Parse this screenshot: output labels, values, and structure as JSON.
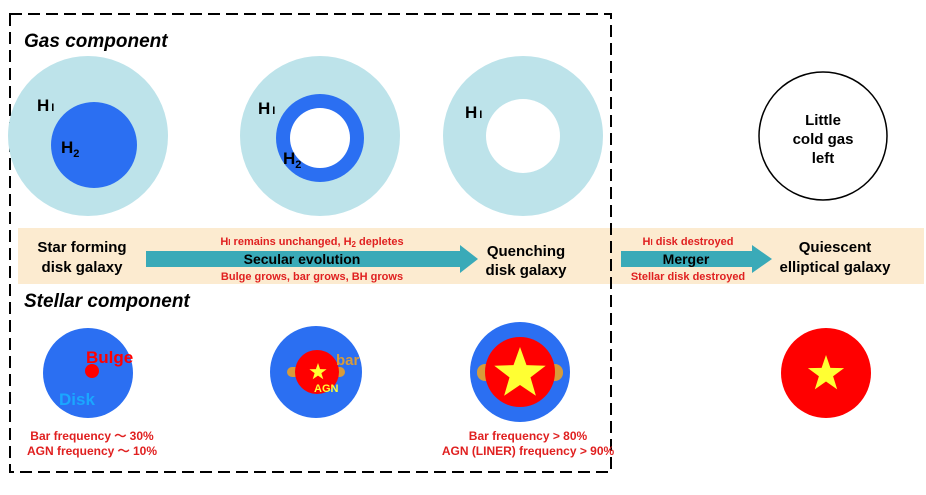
{
  "colors": {
    "hi_gas": "#bde3ea",
    "h2_gas": "#2b6ff2",
    "band": "#fcebd0",
    "arrow": "#3aaab8",
    "red": "#ff0000",
    "label_red": "#e02020",
    "star": "#ffff33",
    "bar": "#d89b3a",
    "disk_label": "#1aa7ff",
    "black": "#000000"
  },
  "headers": {
    "gas": "Gas component",
    "stellar": "Stellar component"
  },
  "gas_labels": {
    "hi": "H",
    "hi_sub": "I",
    "h2": "H",
    "h2_sub": "2",
    "little_line1": "Little",
    "little_line2": "cold gas",
    "little_line3": "left"
  },
  "stages": {
    "star_forming_line1": "Star forming",
    "star_forming_line2": "disk galaxy",
    "quenching_line1": "Quenching",
    "quenching_line2": "disk galaxy",
    "quiescent_line1": "Quiescent",
    "quiescent_line2": "elliptical galaxy"
  },
  "arrows": {
    "secular_label": "Secular evolution",
    "secular_top_a": "H",
    "secular_top_sub_a": "I",
    "secular_top_b": " remains unchanged, H",
    "secular_top_sub_b": "2",
    "secular_top_c": " depletes",
    "secular_bottom": "Bulge grows, bar grows, BH grows",
    "merger_label": "Merger",
    "merger_top_a": "H",
    "merger_top_sub": "I",
    "merger_top_b": " disk destroyed",
    "merger_bottom": "Stellar disk destroyed"
  },
  "stellar_labels": {
    "bulge": "Bulge",
    "disk": "Disk",
    "bar": "bar",
    "agn": "AGN"
  },
  "frequencies": {
    "left_bar": "Bar frequency ～ 30%",
    "left_agn": "AGN frequency ～ 10%",
    "right_bar": "Bar frequency > 80%",
    "right_agn": "AGN (LINER) frequency > 90%"
  }
}
